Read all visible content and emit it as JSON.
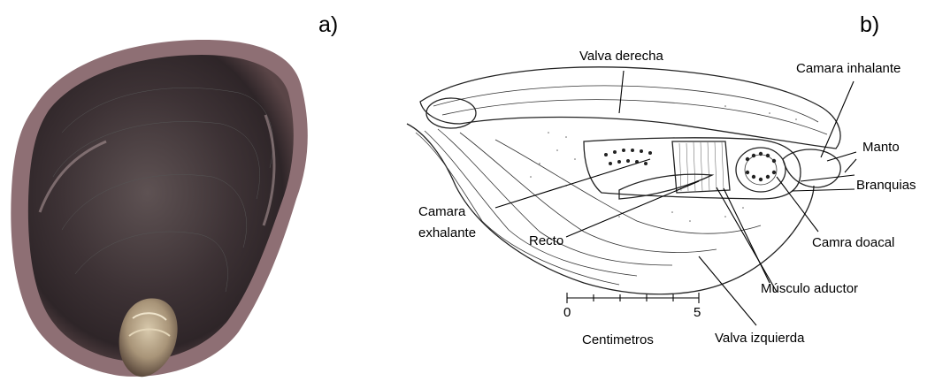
{
  "panels": {
    "a": "a)",
    "b": "b)"
  },
  "labels": {
    "valva_derecha": "Valva derecha",
    "camara_inhalante": "Camara inhalante",
    "manto": "Manto",
    "branquias": "Branquias",
    "camara_exhalante_1": "Camara",
    "camara_exhalante_2": "exhalante",
    "recto": "Recto",
    "camra_doacal": "Camra doacal",
    "musculo_aductor": "Músculo aductor",
    "valva_izquierda": "Valva izquierda"
  },
  "scale": {
    "start": "0",
    "end": "5",
    "unit": "Centimetros"
  },
  "colors": {
    "shell_dark": "#3a2f33",
    "shell_mid": "#6b5a5c",
    "shell_edge": "#b89aa0",
    "shell_light": "#c9b49a",
    "ink": "#000000"
  }
}
